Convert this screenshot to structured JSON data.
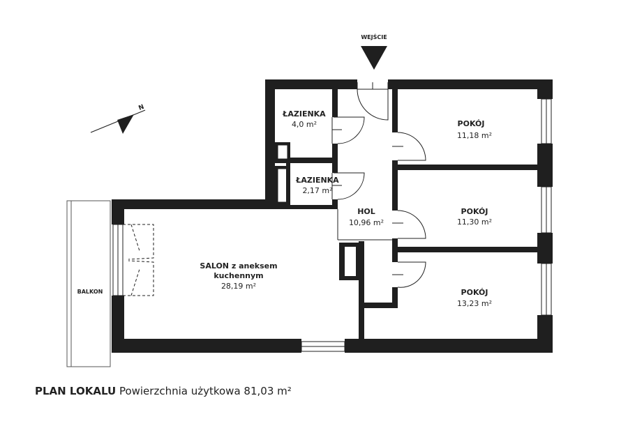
{
  "entrance_label": "WEJŚCIE",
  "north_label": "N",
  "balcony_label": "BALKON",
  "rooms": [
    {
      "name": "ŁAZIENKA",
      "area": "4,0 m²"
    },
    {
      "name": "ŁAZIENKA",
      "area": "2,17 m²"
    },
    {
      "name": "HOL",
      "area": "10,96 m²"
    },
    {
      "name": "POKÓJ",
      "area": "11,18 m²"
    },
    {
      "name": "POKÓJ",
      "area": "11,30 m²"
    },
    {
      "name": "POKÓJ",
      "area": "13,23 m²"
    },
    {
      "name": "SALON z aneksem",
      "name2": "kuchennym",
      "area": "28,19 m²"
    }
  ],
  "footer": {
    "title": "PLAN LOKALU",
    "text": "Powierzchnia użytkowa 81,03 m²"
  }
}
